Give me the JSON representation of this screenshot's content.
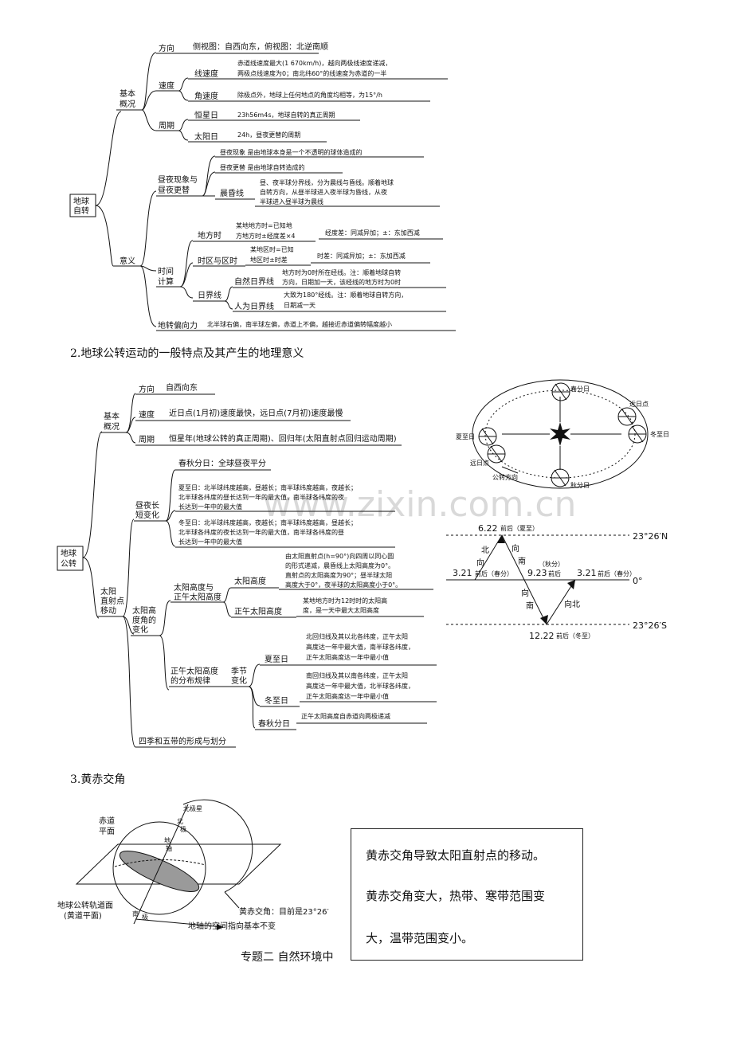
{
  "rotation": {
    "root": [
      "地球",
      "自转"
    ],
    "basic": [
      "基本",
      "概况"
    ],
    "direction": {
      "label": "方向",
      "text": "侧视图：自西向东，俯视图：北逆南顺"
    },
    "speed": {
      "label": "速度",
      "linear": {
        "label": "线速度",
        "lines": [
          "赤道线速度最大(1 670km/h)，越向两极线速度递减，",
          "两极点线速度为0；南北纬60°的线速度为赤道的一半"
        ]
      },
      "angular": {
        "label": "角速度",
        "text": "除极点外，地球上任何地点的角度均相等，为15°/h"
      }
    },
    "period": {
      "label": "周期",
      "sidereal": {
        "label": "恒星日",
        "text": "23h56m4s，地球自转的真正周期"
      },
      "solar": {
        "label": "太阳日",
        "text": "24h，昼夜更替的周期"
      }
    },
    "meaning": "意义",
    "daynight": {
      "label": [
        "昼夜现象与",
        "昼夜更替"
      ],
      "phenomenon": "昼夜现象  是由地球本身是一个不透明的球体造成的",
      "alternation": "昼夜更替  是由地球自转造成的",
      "terminator": {
        "label": "晨昏线",
        "lines": [
          "昼、夜半球分界线，分为晨线与昏线。顺着地球",
          "自转方向，从昼半球进入夜半球为昏线，从夜",
          "半球进入昼半球为晨线"
        ]
      }
    },
    "time": {
      "label": [
        "时间",
        "计算"
      ],
      "local": {
        "label": "地方时",
        "formula": [
          "某地地方时=已知地",
          "方地方时±经度差×4"
        ],
        "note": "经度差：同减异加；±：东加西减"
      },
      "zone": {
        "label": "时区与区时",
        "formula": [
          "某地区时=已知",
          "地区时±时差"
        ],
        "note": "时差：同减异加；±：东加西减"
      },
      "dateline": {
        "label": "日界线",
        "natural": {
          "label": "自然日界线",
          "lines": [
            "地方时为0时所在经线。注：顺着地球自转",
            "方向，日期加一天，该经线的地方时为0时"
          ]
        },
        "artificial": {
          "label": "人为日界线",
          "lines": [
            "大致为180°经线。注：顺着地球自转方向，",
            "日期减一天"
          ]
        }
      }
    },
    "deflection": {
      "label": "地转偏向力",
      "text": "北半球右偏，南半球左偏，赤道上不偏，越接近赤道偏转幅度越小"
    }
  },
  "heading2": "2.地球公转运动的一般特点及其产生的地理意义",
  "revolution": {
    "root": [
      "地球",
      "公转"
    ],
    "basic": [
      "基本",
      "概况"
    ],
    "direction": {
      "label": "方向",
      "text": "自西向东"
    },
    "speed": {
      "label": "速度",
      "text": "近日点(1月初)速度最快，远日点(7月初)速度最慢"
    },
    "period": {
      "label": "周期",
      "text": "恒星年(地球公转的真正周期)、回归年(太阳直射点回归运动周期)"
    },
    "subsolar": [
      "太阳",
      "直射点",
      "移动"
    ],
    "daylength": {
      "label": [
        "昼夜长",
        "短变化"
      ],
      "equinox": "春秋分日：全球昼夜平分",
      "summer": [
        "夏至日：北半球纬度越高，昼越长；南半球纬度越高，夜越长；",
        "北半球各纬度的昼长达到一年的最大值，南半球各纬度的夜",
        "长达到一年中的最大值"
      ],
      "winter": [
        "冬至日：北半球纬度越高，夜越长；南半球纬度越高，昼越长；",
        "北半球各纬度的夜长达到一年的最大值，南半球各纬度的昼",
        "长达到一年中的最大值"
      ]
    },
    "altitude": {
      "label": [
        "太阳高",
        "度角的",
        "变化"
      ],
      "noon_sub": [
        "太阳高度与",
        "正午太阳高度"
      ],
      "sun_alt": {
        "label": "太阳高度",
        "lines": [
          "由太阳直射点(h=90°)向四周以同心圆",
          "的形式递减，晨昏线上太阳高度为0°。",
          "直射点的太阳高度为90°；昼半球太阳",
          "高度大于0°，夜半球的太阳高度小于0°。"
        ]
      },
      "noon_alt": {
        "label": "正午太阳高度",
        "lines": [
          "某地地方时为12时时的太阳高",
          "度，是一天中最大太阳高度"
        ]
      },
      "dist": [
        "正午太阳高度",
        "的分布规律"
      ],
      "season": [
        "季节",
        "变化"
      ],
      "summer": {
        "label": "夏至日",
        "lines": [
          "北回归线及其以北各纬度，正午太阳",
          "高度达一年中最大值，南半球各纬度，",
          "正午太阳高度达一年中最小值"
        ]
      },
      "winter": {
        "label": "冬至日",
        "lines": [
          "南回归线及其以南各纬度，正午太阳",
          "高度达一年中最大值，北半球各纬度，",
          "正午太阳高度达一年中最小值"
        ]
      },
      "equinox": {
        "label": "春秋分日",
        "text": "正午太阳高度自赤道向两极递减"
      }
    },
    "seasons": "四季和五带的形成与划分"
  },
  "orbit": {
    "spring": "春分日",
    "perihelion": "近日点",
    "winter": "冬至日",
    "summer": "夏至日",
    "aphelion": "远日点",
    "autumn": "秋分日",
    "direction": "公转方向"
  },
  "migration": {
    "top": "23°26′N",
    "equator": "0°",
    "bottom": "23°26′S",
    "jun": "6.22",
    "jun_note": "前后（夏至）",
    "mar_left": "3.21",
    "mar_left_note": "前后（春分）",
    "sep": "9.23",
    "sep_note": "前后",
    "sep_label": "（秋分）",
    "mar_right": "3.21",
    "mar_right_note": "前后（春分）",
    "dec": "12.22",
    "dec_note": "前后（冬至）",
    "north1": [
      "北",
      "向"
    ],
    "south1": [
      "向",
      "南"
    ],
    "south2": [
      "向",
      "南"
    ],
    "north2": "向北"
  },
  "heading3": "3.黄赤交角",
  "obliquity": {
    "polaris": "北极星",
    "north_pole": [
      "北",
      "极"
    ],
    "axis": [
      "地",
      "轴"
    ],
    "equator_plane": [
      "赤道",
      "平面"
    ],
    "orbit_plane": [
      "地球公转轨道面",
      "(黄道平面)"
    ],
    "south_pole": [
      "南",
      "极"
    ],
    "angle": "黄赤交角：目前是23°26′",
    "axis_note": "地轴的空间指向基本不变"
  },
  "box": [
    "黄赤交角导致太阳直射点的移动。",
    "黄赤交角变大，热带、寒带范围变",
    "大，温带范围变小。"
  ],
  "footer": "专题二   自然环境中",
  "watermark": "www.zixin.com.cn"
}
